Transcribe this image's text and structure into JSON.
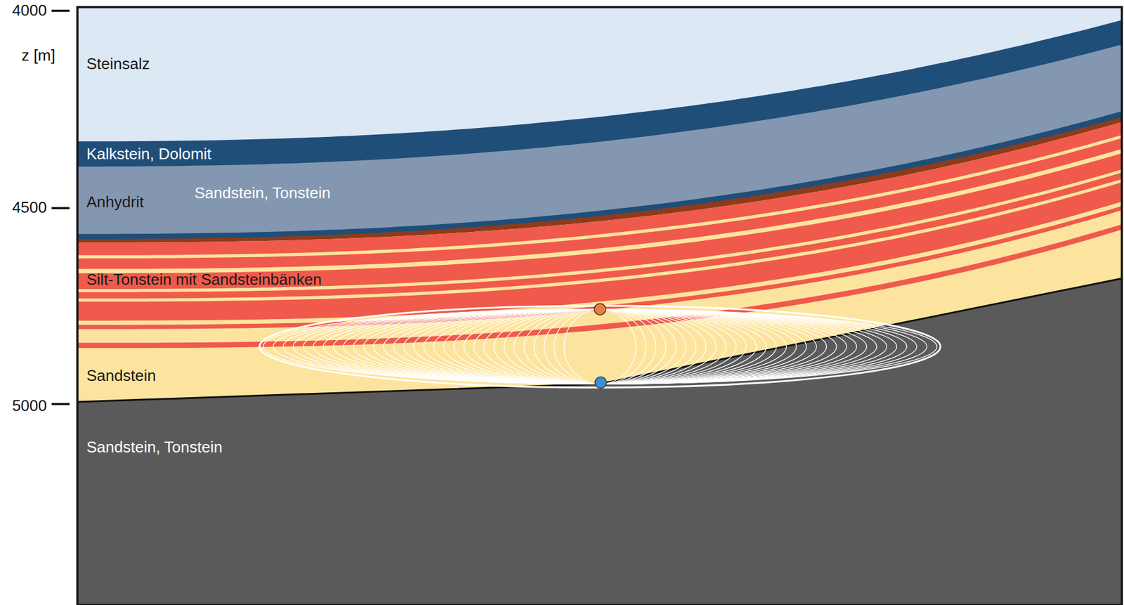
{
  "diagram": {
    "labels": [
      "4000",
      "z [m]",
      "4500",
      "5000",
      "Steinsalz",
      "Kalkstein, Dolomit",
      "Anhydrit",
      "Sandstein, Tonstein",
      "Silt-Tonstein mit Sandsteinbänken",
      "Sandstein",
      "Sandstein, Tonstein"
    ]
  }
}
